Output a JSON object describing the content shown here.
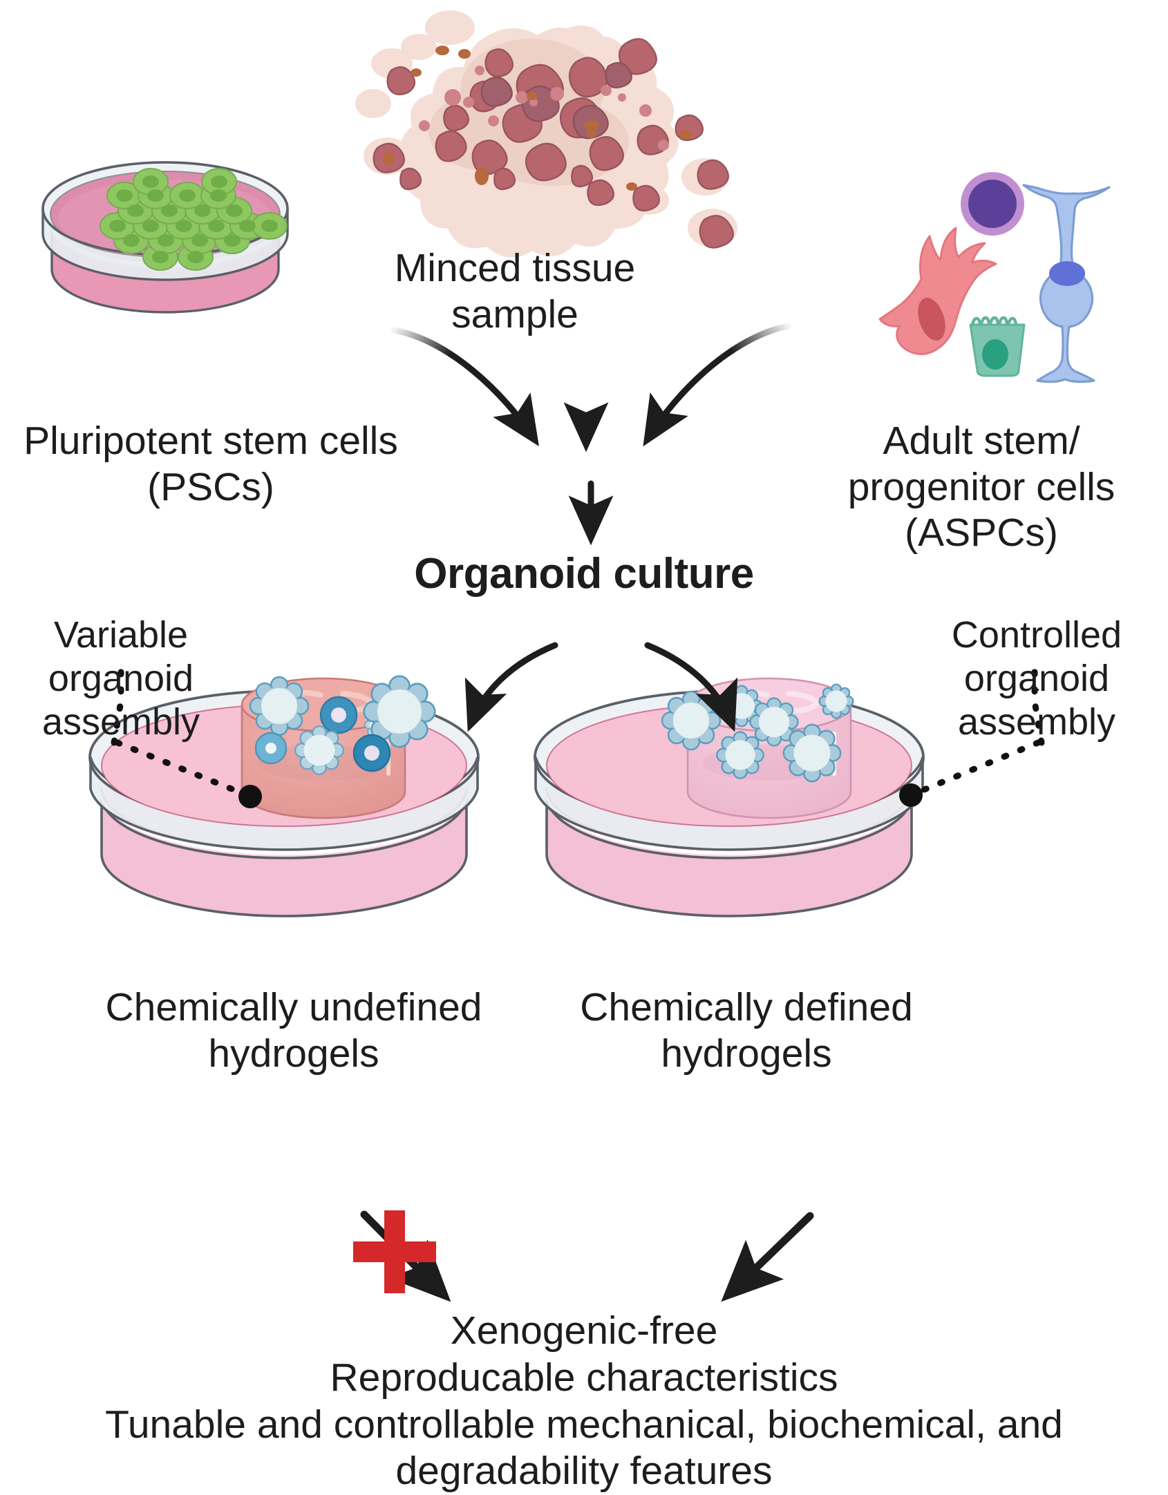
{
  "figure": {
    "type": "scientific-schematic",
    "background": "#ffffff",
    "title_center": "Organoid culture"
  },
  "sources": {
    "psc": {
      "label": "Pluripotent stem cells\n(PSCs)",
      "icon": "petri-dish-with-stem-cells-icon",
      "dish_medium_color": "#e88fb0",
      "cell_color": "#8cc45f",
      "cell_nucleus_color": "#6faa45",
      "cell_count": 21
    },
    "minced": {
      "label": "Minced tissue\nsample",
      "icon": "minced-tissue-icon",
      "blob_color": "#b85f65",
      "blob_dark_color": "#9e5563",
      "halo_color": "#f2d8cf",
      "accent_color": "#b8663a"
    },
    "aspc": {
      "label": "Adult stem/\nprogenitor cells\n(ASPCs)",
      "icon": "cell-types-icon",
      "cells": [
        {
          "name": "fibroblast-star-cell",
          "color": "#ef8a8f",
          "nucleus": "#c9565c"
        },
        {
          "name": "round-hematopoietic-cell",
          "color": "#bd8ccc",
          "nucleus": "#5b3f9e"
        },
        {
          "name": "columnar-epithelial-cell",
          "color": "#79c2ab",
          "nucleus": "#27a07e"
        },
        {
          "name": "neuron-bipolar-cell",
          "color": "#a8c4ea",
          "nucleus": "#5b6ed6"
        }
      ]
    }
  },
  "left_branch": {
    "callout": "Variable\norganoid\nassembly",
    "dish_label": "Chemically undefined\nhydrogels",
    "hydrogel_color": "#e9a09b",
    "dish_medium_color": "#f6c9d6",
    "organoids_uniform": false,
    "organoid_count": 8,
    "blocked": true,
    "block_symbol": "red-cross-block-icon",
    "block_color": "#d5282a"
  },
  "right_branch": {
    "callout": "Controlled\norganoid\nassembly",
    "dish_label": "Chemically defined\nhydrogels",
    "hydrogel_color": "#f0c3d2",
    "dish_medium_color": "#f8d3de",
    "organoids_uniform": true,
    "organoid_count": 6,
    "blocked": false
  },
  "outcome": {
    "lines": [
      "Xenogenic-free",
      "Reproducable characteristics",
      "Tunable and controllable mechanical, biochemical, and",
      "degradability features"
    ]
  },
  "arrows": {
    "psc_to_culture": "curved-arrow-right-down",
    "minced_to_culture": "straight-arrow-down",
    "aspc_to_culture": "curved-arrow-left-down",
    "converge_to_title": "straight-arrow-down",
    "culture_to_left_dish": "curved-arrow-left-down",
    "culture_to_right_dish": "curved-arrow-right-down",
    "left_dish_to_outcome": "diagonal-arrow-right-down",
    "right_dish_to_outcome": "diagonal-arrow-left-down"
  }
}
